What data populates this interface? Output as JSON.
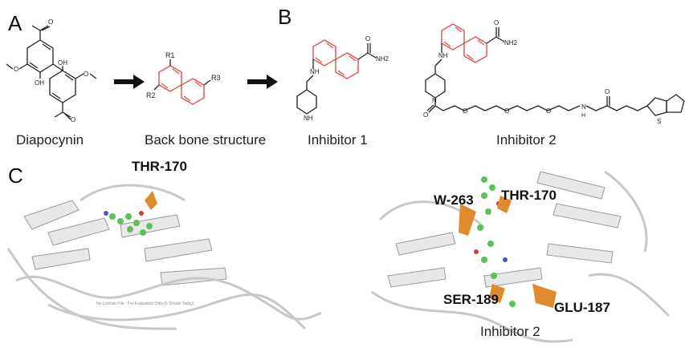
{
  "panels": {
    "a_letter": "A",
    "b_letter": "B",
    "c_letter": "C"
  },
  "captions": {
    "diapocynin": "Diapocynin",
    "backbone": "Back bone structure",
    "inhibitor1": "Inhibitor 1",
    "inhibitor2": "Inhibitor 2",
    "inhibitor2_3d": "Inhibitor 2"
  },
  "atom_labels": {
    "oh": "OH",
    "o": "O",
    "nh": "NH",
    "nh2": "NH2",
    "n": "N",
    "h": "H",
    "s": "S",
    "r1": "R1",
    "r2": "R2",
    "r3": "R3"
  },
  "residues": {
    "left_thr": "THR-170",
    "right_thr": "THR-170",
    "w263": "W-263",
    "ser189": "SER-189",
    "glu187": "GLU-187"
  },
  "watermark": "No License File - For Evaluation Only (6 Shown Today)",
  "colors": {
    "ring_highlight": "#d9534f",
    "residue_orange": "#e08a2e",
    "ligand_green": "#5cc05c",
    "ribbon": "#e8e8e8",
    "ribbon_edge": "#9a9a9a"
  }
}
